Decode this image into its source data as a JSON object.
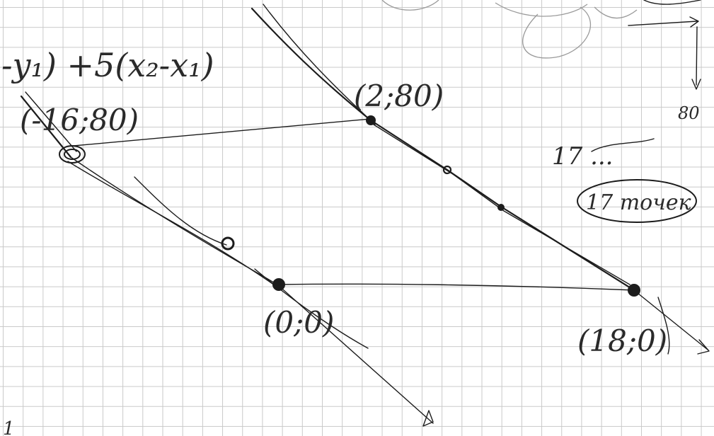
{
  "formula_fragment": "-y₁) +5(x₂-x₁)",
  "points": [
    {
      "label": "(-16;80)"
    },
    {
      "label": "(2;80)"
    },
    {
      "label": "(0;0)"
    },
    {
      "label": "(18;0)"
    }
  ],
  "axis_value": "80",
  "note_crossed": "17 ...",
  "note_boxed": "17 точек",
  "corner_mark": "1"
}
